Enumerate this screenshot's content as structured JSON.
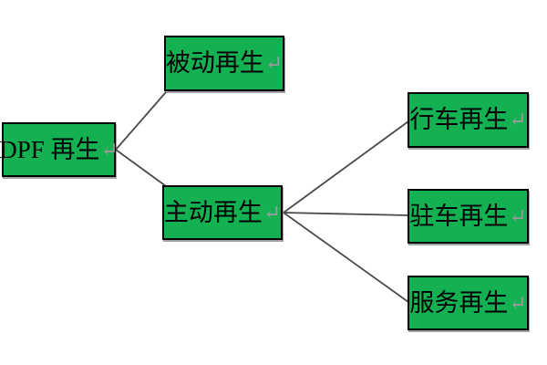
{
  "diagram": {
    "return_mark": "↵",
    "colors": {
      "box-fill": "#13b152",
      "box-border": "#000000",
      "line-color": "#4a4a4a",
      "mark-color": "#9a9a9a"
    },
    "nodes": {
      "root": {
        "label": "DPF 再生"
      },
      "passive": {
        "label": "被动再生"
      },
      "active": {
        "label": "主动再生"
      },
      "driving": {
        "label": "行车再生"
      },
      "parking": {
        "label": "驻车再生"
      },
      "service": {
        "label": "服务再生"
      }
    },
    "edges": [
      {
        "from": "root",
        "to": "passive"
      },
      {
        "from": "root",
        "to": "active"
      },
      {
        "from": "active",
        "to": "driving"
      },
      {
        "from": "active",
        "to": "parking"
      },
      {
        "from": "active",
        "to": "service"
      }
    ]
  }
}
